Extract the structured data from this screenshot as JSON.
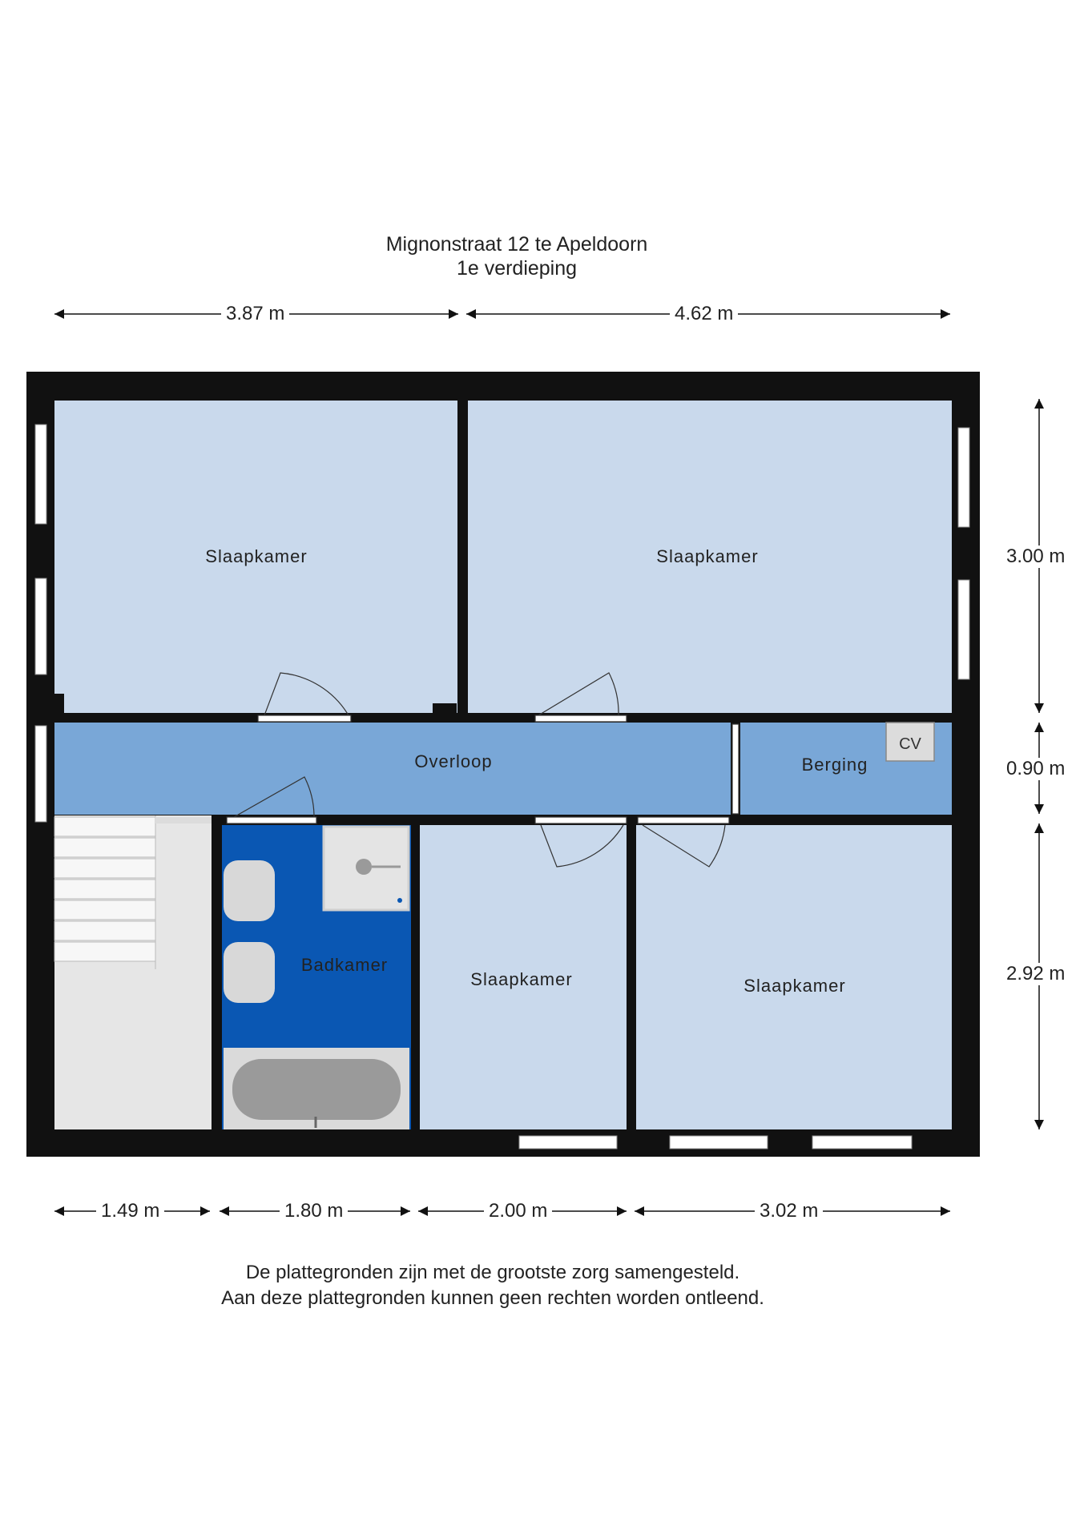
{
  "header": {
    "address": "Mignonstraat 12 te Apeldoorn",
    "floor": "1e verdieping"
  },
  "dimensions": {
    "top": [
      "3.87 m",
      "4.62 m"
    ],
    "bottom": [
      "1.49 m",
      "1.80 m",
      "2.00 m",
      "3.02 m"
    ],
    "right": [
      "3.00 m",
      "0.90 m",
      "2.92 m"
    ]
  },
  "rooms": {
    "bedroom_top_left": "Slaapkamer",
    "bedroom_top_right": "Slaapkamer",
    "landing": "Overloop",
    "storage": "Berging",
    "bathroom": "Badkamer",
    "bedroom_bottom_mid": "Slaapkamer",
    "bedroom_bottom_right": "Slaapkamer",
    "boiler_label": "CV"
  },
  "colors": {
    "wall": "#111111",
    "bedroom": "#c9d9ec",
    "landing": "#79a7d7",
    "bathroom": "#0a57b3",
    "stairs": "#e6e6e6"
  },
  "footer": {
    "line1": "De plattegronden zijn met de grootste zorg samengesteld.",
    "line2": "Aan deze plattegronden kunnen geen rechten worden ontleend."
  }
}
